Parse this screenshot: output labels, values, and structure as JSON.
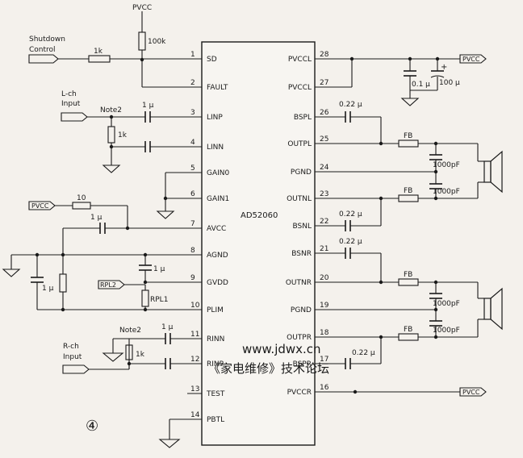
{
  "chip": {
    "name": "AD52060",
    "left_pins": [
      {
        "num": "1",
        "label": "SD"
      },
      {
        "num": "2",
        "label": "FAULT"
      },
      {
        "num": "3",
        "label": "LINP"
      },
      {
        "num": "4",
        "label": "LINN"
      },
      {
        "num": "5",
        "label": "GAIN0"
      },
      {
        "num": "6",
        "label": "GAIN1"
      },
      {
        "num": "7",
        "label": "AVCC"
      },
      {
        "num": "8",
        "label": "AGND"
      },
      {
        "num": "9",
        "label": "GVDD"
      },
      {
        "num": "10",
        "label": "PLIM"
      },
      {
        "num": "11",
        "label": "RINN"
      },
      {
        "num": "12",
        "label": "RINP"
      },
      {
        "num": "13",
        "label": "TEST"
      },
      {
        "num": "14",
        "label": "PBTL"
      }
    ],
    "right_pins": [
      {
        "num": "28",
        "label": "PVCCL"
      },
      {
        "num": "27",
        "label": "PVCCL"
      },
      {
        "num": "26",
        "label": "BSPL"
      },
      {
        "num": "25",
        "label": "OUTPL"
      },
      {
        "num": "24",
        "label": "PGND"
      },
      {
        "num": "23",
        "label": "OUTNL"
      },
      {
        "num": "22",
        "label": "BSNL"
      },
      {
        "num": "21",
        "label": "BSNR"
      },
      {
        "num": "20",
        "label": "OUTNR"
      },
      {
        "num": "19",
        "label": "PGND"
      },
      {
        "num": "18",
        "label": "OUTPR"
      },
      {
        "num": "17",
        "label": "BSPR"
      },
      {
        "num": "16",
        "label": "PVCCR"
      }
    ]
  },
  "labels": {
    "pvcc_top": "PVCC",
    "shutdown_line1": "Shutdown",
    "shutdown_line2": "Control",
    "r_1k_sd": "1k",
    "r_100k": "100k",
    "lch_line1": "L-ch",
    "lch_line2": "Input",
    "note2_left": "Note2",
    "c_1u_linp": "1 μ",
    "r_1k_left": "1k",
    "pvcc_avcc": "PVCC",
    "r_10": "10",
    "c_1u_avcc": "1 μ",
    "c_1u_agnd": "1 μ",
    "c_1u_gvdd": "1 μ",
    "rpl2": "RPL2",
    "rpl1": "RPL1",
    "note2_right": "Note2",
    "c_1u_rinn": "1 μ",
    "rch_line1": "R-ch",
    "rch_line2": "Input",
    "r_1k_right": "1k",
    "circle_num": "④",
    "pvcc_out_top": "PVCC",
    "c_01u": "0.1 μ",
    "c_100u": "100 μ",
    "c_022_bspl": "0.22 μ",
    "fb1": "FB",
    "c_1000_1": "1000pF",
    "c_1000_2": "1000pF",
    "fb2": "FB",
    "c_022_bsnl": "0.22 μ",
    "c_022_bsnr": "0.22 μ",
    "fb3": "FB",
    "c_1000_3": "1000pF",
    "c_1000_4": "1000pF",
    "fb4": "FB",
    "c_022_bspr": "0.22 μ",
    "pvcc_out_bottom": "PVCC"
  },
  "watermark": {
    "url": "www.jdwx.cn",
    "forum": "《家电维修》技术论坛",
    "color": "#2a9a3a"
  }
}
